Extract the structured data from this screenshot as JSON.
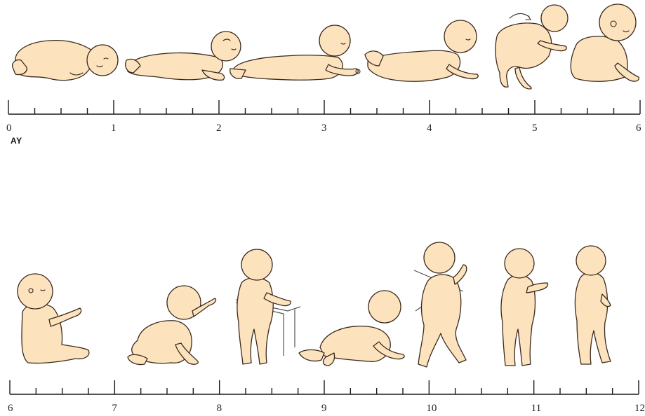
{
  "timeline_top": {
    "ticks": [
      "0",
      "1",
      "2",
      "3",
      "4",
      "5",
      "6"
    ]
  },
  "unit_label": "AY",
  "timeline_bottom": {
    "ticks": [
      "6",
      "7",
      "8",
      "9",
      "10",
      "11",
      "12"
    ]
  },
  "colors": {
    "skin": "#fde3bd",
    "outline": "#3a2a1e",
    "axis": "#1a1a1a"
  },
  "figures": [
    {
      "name": "baby-fetal-curl-figure",
      "month": "0-1"
    },
    {
      "name": "baby-prone-lifting-head-figure",
      "month": "1-2"
    },
    {
      "name": "baby-prone-chest-up-figure",
      "month": "2-3"
    },
    {
      "name": "baby-prone-on-forearms-figure",
      "month": "3-4"
    },
    {
      "name": "baby-rolling-over-figure",
      "month": "4-5"
    },
    {
      "name": "baby-sitting-supported-figure",
      "month": "5-6"
    },
    {
      "name": "baby-sitting-alone-figure",
      "month": "6-7"
    },
    {
      "name": "baby-reaching-on-knees-figure",
      "month": "7-8"
    },
    {
      "name": "baby-standing-holding-furniture-figure",
      "month": "8-9"
    },
    {
      "name": "baby-crawling-figure",
      "month": "9-10"
    },
    {
      "name": "baby-walking-holding-furniture-figure",
      "month": "10-11"
    },
    {
      "name": "baby-standing-alone-figure",
      "month": "11"
    },
    {
      "name": "baby-walking-alone-figure",
      "month": "12"
    }
  ]
}
